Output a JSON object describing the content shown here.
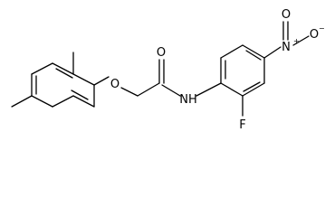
{
  "molecule": {
    "atoms": {
      "ether_oxygen": "O",
      "carbonyl_oxygen": "O",
      "amide_nitrogen": "NH",
      "fluorine": "F",
      "nitro_nitrogen": "N",
      "nitro_oxygen_top": "O",
      "nitro_oxygen_right": "O",
      "nitro_n_charge": "+",
      "nitro_o_charge": "−"
    }
  }
}
